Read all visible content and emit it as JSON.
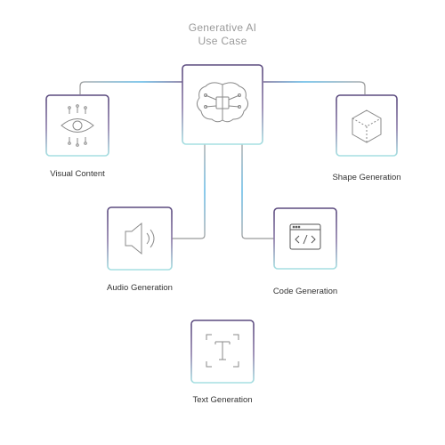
{
  "diagram": {
    "title_line1": "Generative AI",
    "title_line2": "Use Case",
    "nodes": {
      "visual": {
        "label": "Visual Content",
        "icon": "eye-circuit-icon"
      },
      "shape": {
        "label": "Shape Generation",
        "icon": "cube-icon"
      },
      "audio": {
        "label": "Audio Generation",
        "icon": "speaker-icon"
      },
      "code": {
        "label": "Code Generation",
        "icon": "code-window-icon"
      },
      "text": {
        "label": "Text Generation",
        "icon": "text-frame-icon"
      },
      "center": {
        "icon": "brain-chip-icon"
      }
    },
    "colors": {
      "border_purple": "#5b4a7e",
      "border_teal": "#8fd3d8",
      "accent_blue": "#3aa8e0",
      "icon_gray": "#8a8a8a",
      "line_gray": "#9a9a9a"
    }
  }
}
